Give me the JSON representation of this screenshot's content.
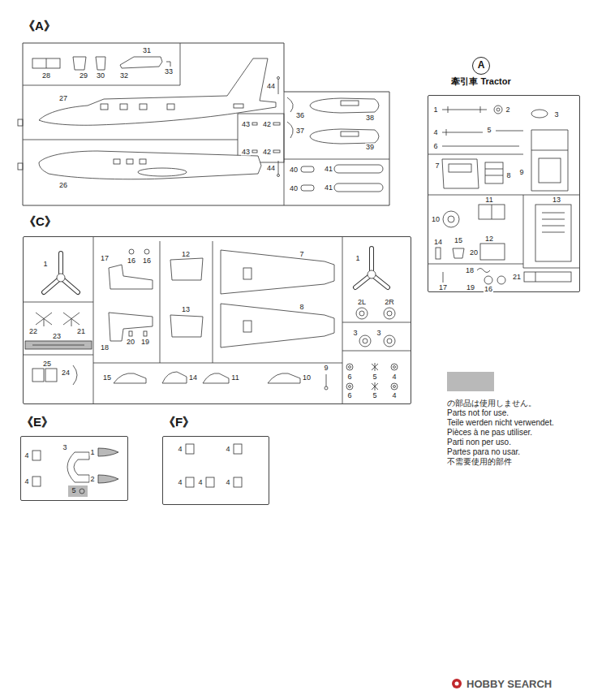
{
  "diagram": {
    "nodes": [
      {
        "text": [
          "《A》"
        ]
      },
      {
        "text": [
          "A",
          "牽引車 Tractor"
        ]
      },
      {
        "text": [
          "《C》"
        ]
      },
      {
        "text": [
          "《E》"
        ]
      },
      {
        "text": [
          "《F》"
        ]
      }
    ],
    "labels": [
      "28",
      "29",
      "30",
      "32",
      "31",
      "33",
      "27",
      "44",
      "43",
      "42",
      "43",
      "42",
      "44",
      "26",
      "36",
      "38",
      "37",
      "39",
      "40",
      "41",
      "40",
      "41",
      "1",
      "2",
      "3",
      "4",
      "5",
      "6",
      "7",
      "8",
      "9",
      "11",
      "13",
      "10",
      "14",
      "15",
      "12",
      "20",
      "18",
      "17",
      "19",
      "16",
      "21",
      "1",
      "17",
      "16",
      "16",
      "12",
      "7",
      "1",
      "13",
      "8",
      "2L",
      "2R",
      "22",
      "23",
      "21",
      "18",
      "20",
      "19",
      "3",
      "3",
      "25",
      "24",
      "15",
      "14",
      "11",
      "10",
      "9",
      "6",
      "5",
      "4",
      "6",
      "5",
      "4",
      "4",
      "3",
      "1",
      "2",
      "4",
      "5",
      "4",
      "4",
      "4",
      "4",
      "4",
      "Parts not for use.",
      "Teile werden nicht verwendet.",
      "Pièces à ne pas utiliser.",
      "Parti non per uso.",
      "Partes para no usar.",
      "不需要使用的部件",
      "HOBBY SEARCH"
    ],
    "legend": [
      {
        "text": "の部品は使用しません。",
        "color": "#b9b9b9"
      }
    ]
  }
}
